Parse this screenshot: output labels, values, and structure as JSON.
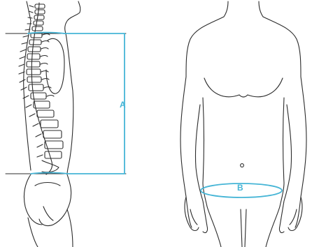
{
  "labels": {
    "a": "A",
    "b": "B"
  },
  "colors": {
    "measure": "#46b5d6",
    "outline": "#2b2b2b",
    "background": "#ffffff"
  },
  "icons": {
    "spine": "spine-illustration",
    "front_body": "torso-front-illustration"
  }
}
